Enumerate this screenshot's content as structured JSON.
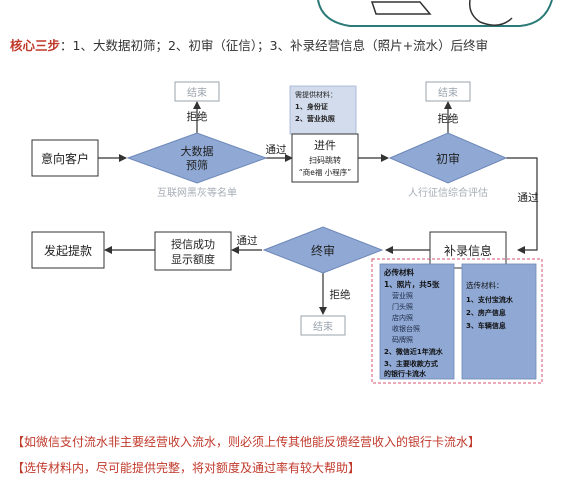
{
  "headline": {
    "key": "核心三步",
    "rest": "：1、大数据初筛；2、初审（征信）；3、补录经营信息（照片+流水）后终审"
  },
  "flow": {
    "customer": "意向客户",
    "bigdata_l1": "大数据",
    "bigdata_l2": "预筛",
    "bigdata_caption": "互联网黑灰等名单",
    "end_label": "结束",
    "reject": "拒绝",
    "pass": "通过",
    "entry_title": "进件",
    "entry_l1": "扫码跳转",
    "entry_l2": "“商e福 小程序”",
    "prov_title": "需提供材料：",
    "prov_1": "1、身份证",
    "prov_2": "2、营业执照",
    "first_review": "初审",
    "first_caption": "人行征信综合评估",
    "supplement": "补录信息",
    "final_review": "终审",
    "credit_l1": "授信成功",
    "credit_l2": "显示额度",
    "loan": "发起提款"
  },
  "required": {
    "title": "必传材料",
    "photos": "1、照片，共5张",
    "photo_items": [
      "营业照",
      "门头照",
      "店内照",
      "收银台照",
      "码牌照"
    ],
    "wechat": "2、微信近1年流水",
    "bank_l1": "3、主要收款方式",
    "bank_l2": "的银行卡流水"
  },
  "optional": {
    "title": "选传材料：",
    "items": [
      "1、支付宝流水",
      "2、房产信息",
      "3、车辆信息"
    ]
  },
  "notes": [
    "【如微信支付流水非主要经营收入流水，则必须上传其他能反馈经营收入的银行卡流水】",
    "【选传材料内，尽可能提供完整，将对额度及通过率有较大帮助】"
  ]
}
